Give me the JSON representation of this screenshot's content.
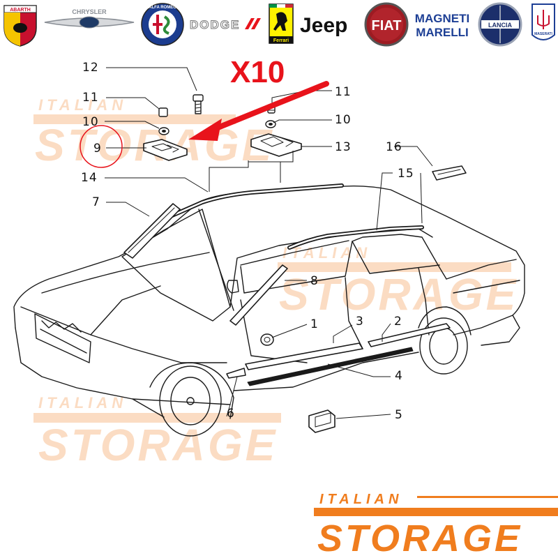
{
  "brands": {
    "abarth": "ABARTH",
    "chrysler": "CHRYSLER",
    "alfa_romeo": "ALFA ROMEO",
    "dodge": "DODGE",
    "ferrari": "Ferrari",
    "jeep": "Jeep",
    "fiat": "FIAT",
    "magneti_marelli_1": "MAGNETI",
    "magneti_marelli_2": "MARELLI",
    "lancia": "LANCIA",
    "maserati": "MASERATI"
  },
  "quantity_label": "X10",
  "highlighted_part": "9",
  "callouts": {
    "c1": "1",
    "c2": "2",
    "c3": "3",
    "c4": "4",
    "c5": "5",
    "c6": "6",
    "c7": "7",
    "c8": "8",
    "c9": "9",
    "c10a": "10",
    "c10b": "10",
    "c11a": "11",
    "c11b": "11",
    "c12": "12",
    "c13": "13",
    "c14": "14",
    "c15": "15",
    "c16": "16"
  },
  "watermark": {
    "small": "ITALIAN",
    "big": "STORAGE"
  },
  "footer_logo": {
    "small": "ITALIAN",
    "big": "STORAGE"
  },
  "colors": {
    "accent_red": "#e8131b",
    "brand_orange": "#f07d1e",
    "watermark_orange": "#fbdcc3",
    "line": "#1a1a1a"
  }
}
